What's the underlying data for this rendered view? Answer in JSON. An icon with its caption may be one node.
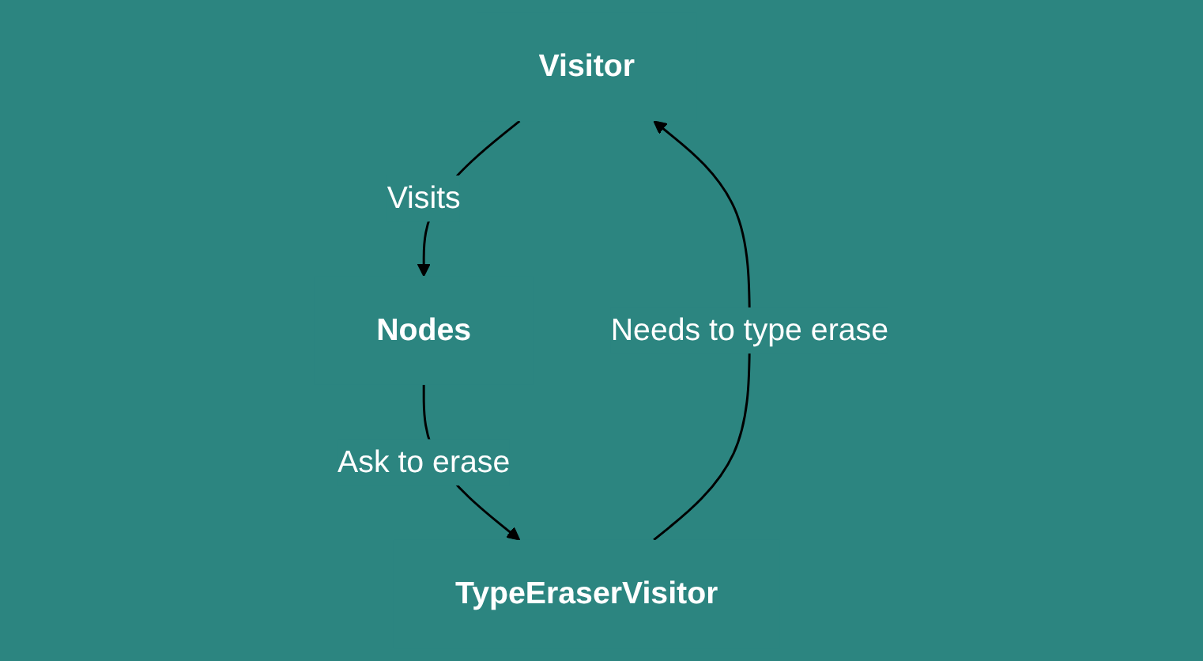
{
  "diagram": {
    "nodes": [
      {
        "text": [
          "Visitor"
        ]
      },
      {
        "text": [
          "Nodes"
        ]
      },
      {
        "text": [
          "TypeEraserVisitor"
        ]
      }
    ],
    "edges": [
      {
        "from": 0,
        "to": 1,
        "arrow": "to",
        "label": "Visits"
      },
      {
        "from": 1,
        "to": 2,
        "arrow": "to",
        "label": "Ask to erase"
      },
      {
        "from": 2,
        "to": 0,
        "arrow": "to",
        "label": "Needs to type erase"
      }
    ]
  }
}
